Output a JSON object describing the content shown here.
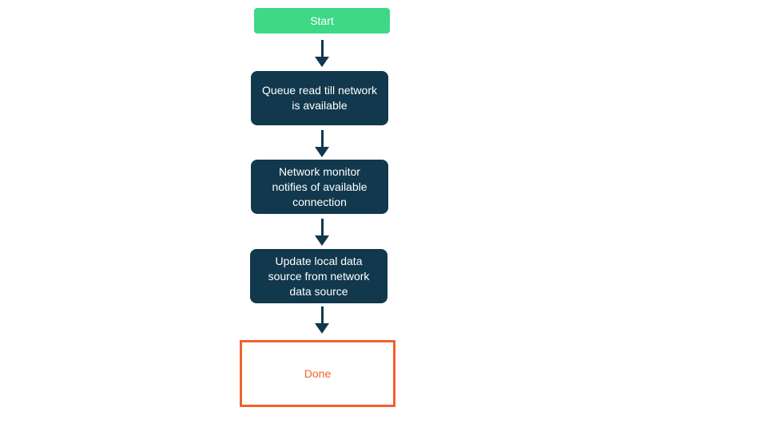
{
  "diagram": {
    "type": "flowchart",
    "direction": "top-down",
    "colors": {
      "background": "#ffffff",
      "start_node_bg": "#3ed886",
      "process_node_bg": "#11384d",
      "node_text": "#ffffff",
      "terminal_border": "#f0622d",
      "terminal_text": "#f0622d",
      "arrow": "#11384d"
    },
    "nodes": [
      {
        "id": "start",
        "kind": "start",
        "label": "Start"
      },
      {
        "id": "queue-read",
        "kind": "process",
        "label": "Queue read till network is available"
      },
      {
        "id": "network-monitor",
        "kind": "process",
        "label": "Network monitor notifies of available connection"
      },
      {
        "id": "update-local-data",
        "kind": "process",
        "label": "Update local data source from network data source"
      },
      {
        "id": "done",
        "kind": "terminal",
        "label": "Done"
      }
    ],
    "edges": [
      {
        "from": "start",
        "to": "queue-read"
      },
      {
        "from": "queue-read",
        "to": "network-monitor"
      },
      {
        "from": "network-monitor",
        "to": "update-local-data"
      },
      {
        "from": "update-local-data",
        "to": "done"
      }
    ]
  }
}
